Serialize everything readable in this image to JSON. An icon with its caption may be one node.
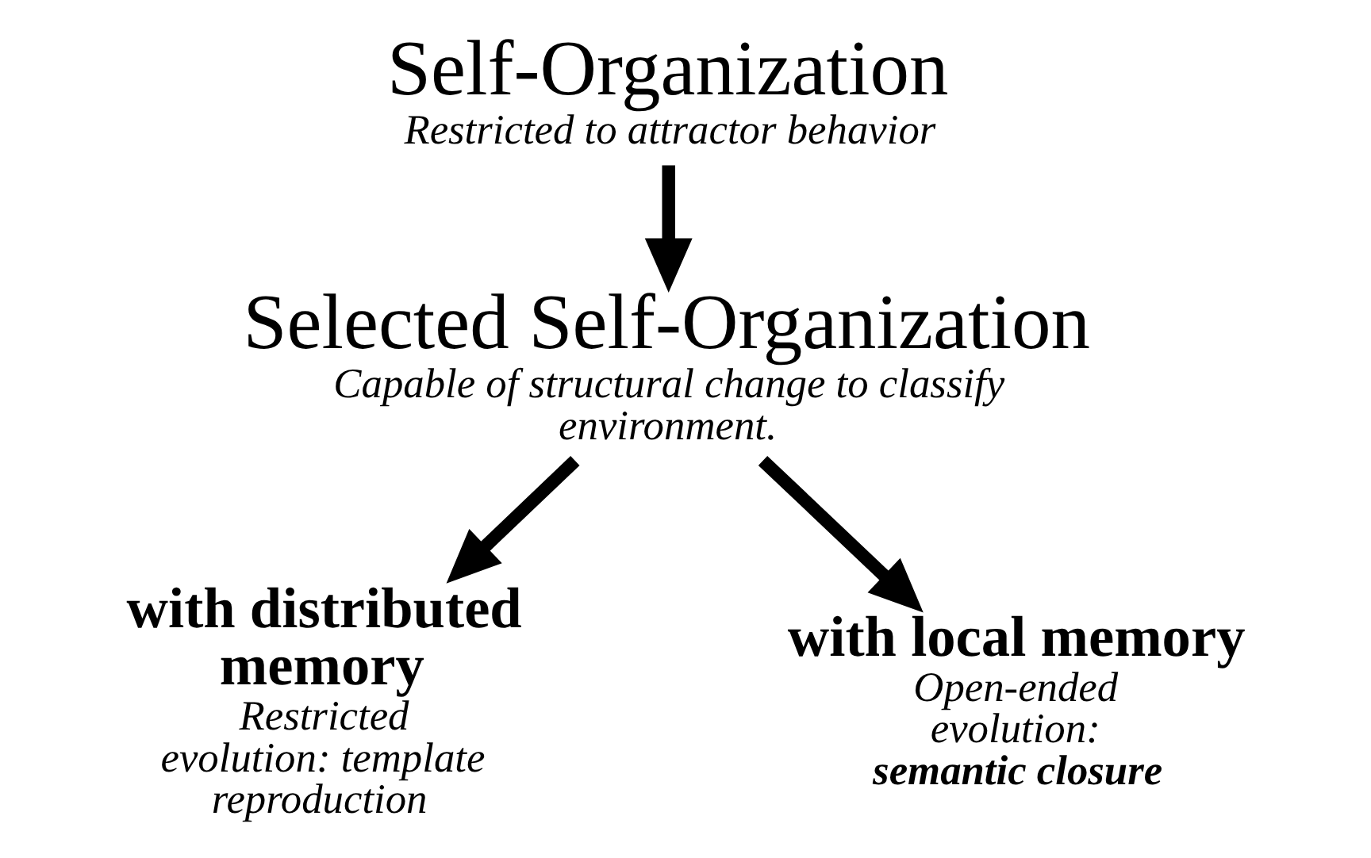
{
  "diagram": {
    "nodes": [
      {
        "text": [
          "Self-Organization",
          "Restricted to attractor behavior"
        ]
      },
      {
        "text": [
          "Selected Self-Organization",
          "Capable of structural change to classify environment."
        ]
      },
      {
        "text": [
          "with distributed memory",
          "Restricted evolution: template reproduction"
        ]
      },
      {
        "text": [
          "with local memory",
          "Open-ended evolution: **semantic closure**"
        ]
      }
    ],
    "edges": [
      {
        "from": 0,
        "to": 1,
        "arrow": "to"
      },
      {
        "from": 1,
        "to": 2,
        "arrow": "to"
      },
      {
        "from": 1,
        "to": 3,
        "arrow": "to"
      }
    ]
  }
}
